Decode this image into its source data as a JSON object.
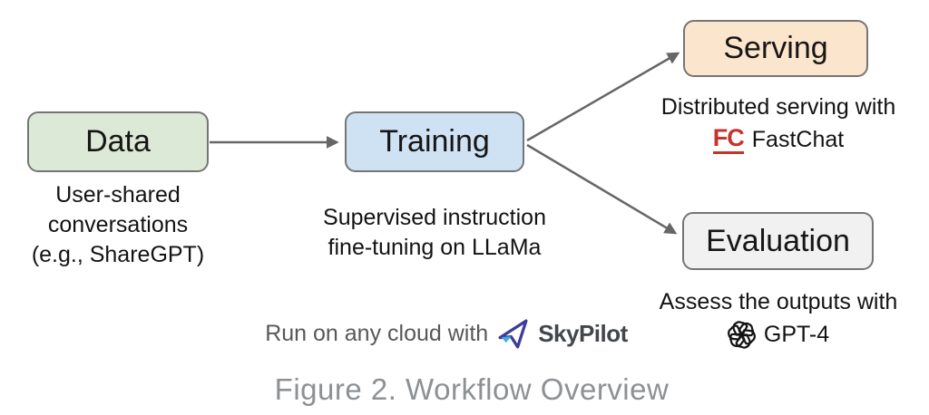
{
  "figure": {
    "caption": "Figure 2. Workflow Overview"
  },
  "nodes": {
    "data": {
      "label": "Data",
      "caption": [
        "User-shared",
        "conversations",
        "(e.g., ShareGPT)"
      ],
      "fill": "#dce9d6"
    },
    "training": {
      "label": "Training",
      "caption": [
        "Supervised instruction",
        "fine-tuning on LLaMa"
      ],
      "fill": "#cfe2f3"
    },
    "serving": {
      "label": "Serving",
      "caption": [
        "Distributed serving with"
      ],
      "tool": {
        "logo_text": "FC",
        "logo_icon": "fastchat-fc-wordmark",
        "name": "FastChat"
      },
      "fill": "#fce5cd"
    },
    "evaluation": {
      "label": "Evaluation",
      "caption": [
        "Assess the outputs with"
      ],
      "tool": {
        "logo_icon": "openai-logo-icon",
        "name": "GPT-4"
      },
      "fill": "#f1f1f1"
    }
  },
  "edges": [
    {
      "from": "data",
      "to": "training"
    },
    {
      "from": "training",
      "to": "serving"
    },
    {
      "from": "training",
      "to": "evaluation"
    }
  ],
  "footer": {
    "text": "Run on any cloud with",
    "brand": "SkyPilot",
    "brand_icon": "skypilot-paper-plane-icon"
  },
  "colors": {
    "box_border": "#757575",
    "arrow": "#666666",
    "fastchat_red": "#c5332a",
    "footer_text": "#58585a",
    "brand_text": "#43464c",
    "figure_caption": "#8e9194"
  }
}
